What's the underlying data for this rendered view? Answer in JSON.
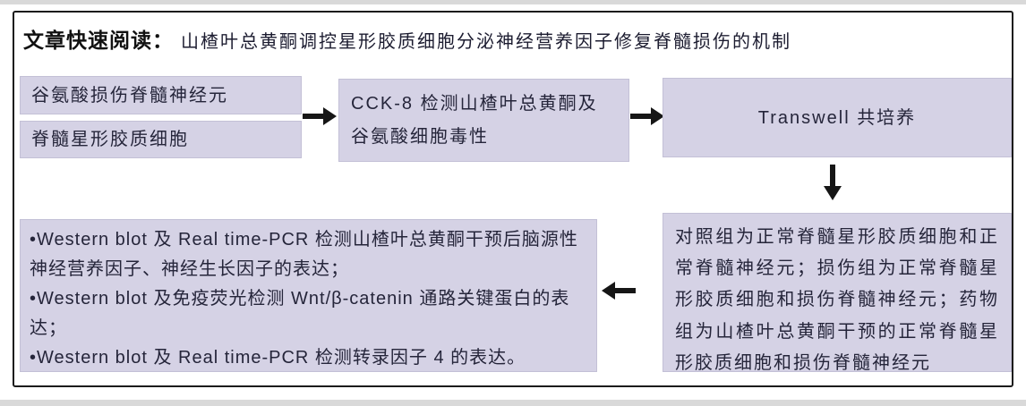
{
  "header": {
    "label": "文章快速阅读：",
    "title": "山楂叶总黄酮调控星形胶质细胞分泌神经营养因子修复脊髓损伤的机制"
  },
  "flowchart": {
    "box_glutamate_injury": "谷氨酸损伤脊髓神经元",
    "box_astrocytes": "脊髓星形胶质细胞",
    "box_cck8": "CCK-8 检测山楂叶总黄酮及谷氨酸细胞毒性",
    "box_transwell": "Transwell 共培养",
    "box_groups": "对照组为正常脊髓星形胶质细胞和正常脊髓神经元；损伤组为正常脊髓星形胶质细胞和损伤脊髓神经元；药物组为山楂叶总黄酮干预的正常脊髓星形胶质细胞和损伤脊髓神经元",
    "detection_items": [
      "•Western blot 及 Real time-PCR 检测山楂叶总黄酮干预后脑源性神经营养因子、神经生长因子的表达；",
      "•Western blot 及免疫荧光检测 Wnt/β-catenin 通路关键蛋白的表达；",
      "•Western blot 及 Real time-PCR 检测转录因子 4 的表达。"
    ]
  },
  "colors": {
    "box_bg": "#d5d2e5",
    "box_border": "#c3c0d6",
    "text": "#25253a",
    "arrow": "#161616",
    "frame_border": "#1b1b1b",
    "strip": "#d9d9d9"
  }
}
